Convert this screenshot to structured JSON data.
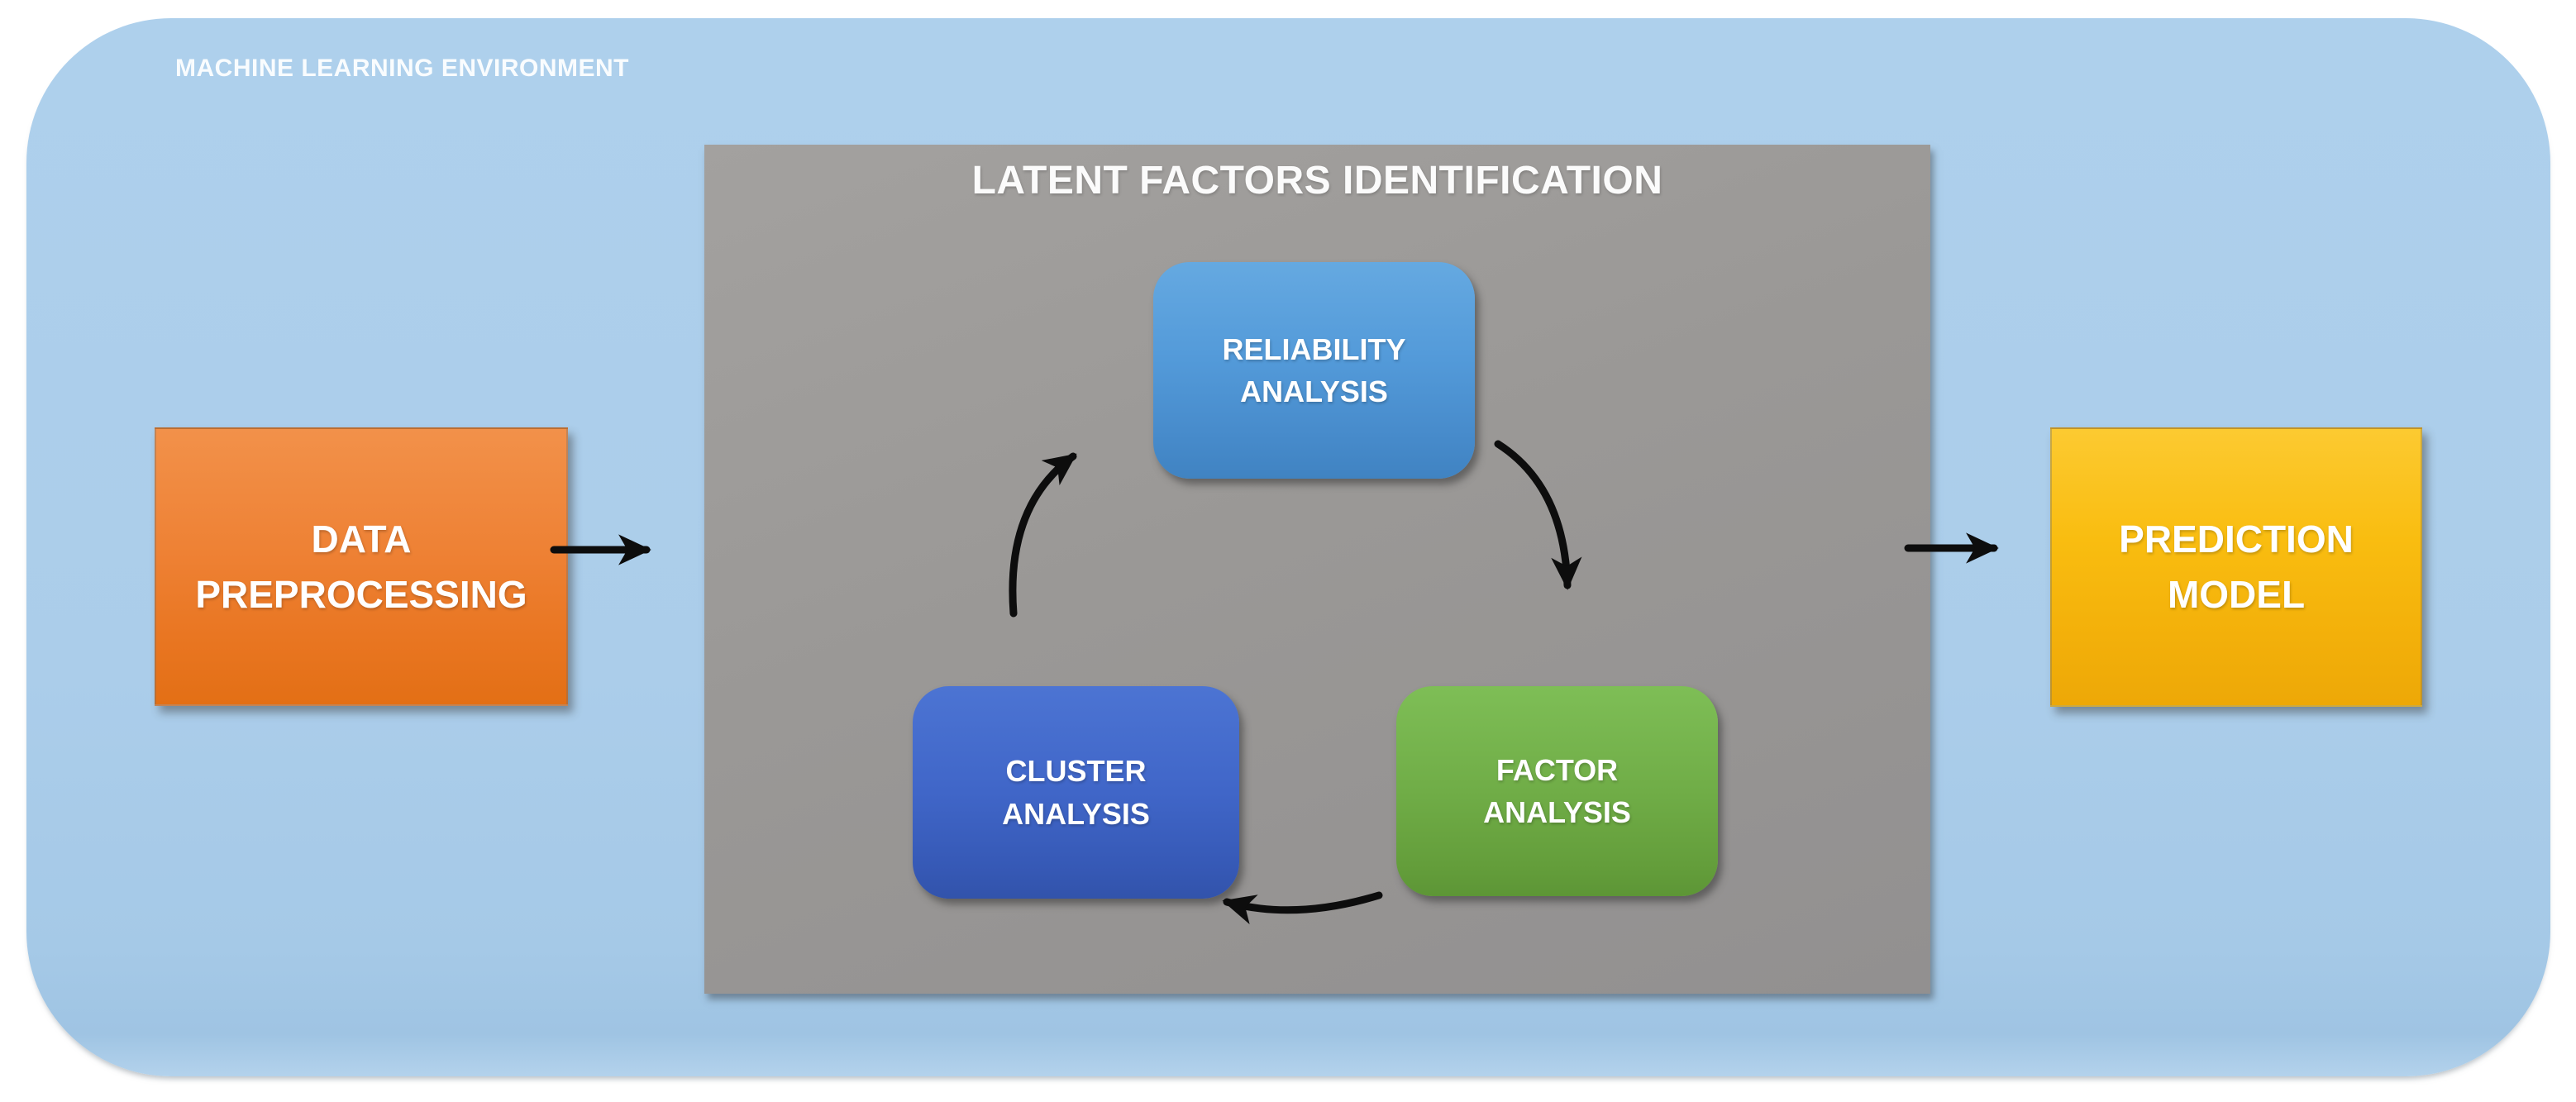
{
  "diagram": {
    "environment_label": "MACHINE LEARNING ENVIRONMENT",
    "container_label": "LATENT FACTORS IDENTIFICATION",
    "nodes": {
      "data_preprocessing": {
        "line1": "DATA",
        "line2": "PREPROCESSING"
      },
      "reliability": {
        "line1": "RELIABILITY",
        "line2": "ANALYSIS"
      },
      "cluster": {
        "line1": "CLUSTER",
        "line2": "ANALYSIS"
      },
      "factor": {
        "line1": "FACTOR",
        "line2": "ANALYSIS"
      },
      "prediction_model": {
        "line1": "PREDICTION",
        "line2": "MODEL"
      }
    },
    "flows": [
      {
        "from": "data_preprocessing",
        "to": "latent_factors_identification"
      },
      {
        "from": "latent_factors_identification",
        "to": "prediction_model"
      },
      {
        "from": "cluster",
        "to": "reliability"
      },
      {
        "from": "reliability",
        "to": "factor"
      },
      {
        "from": "factor",
        "to": "cluster"
      }
    ],
    "colors": {
      "page_background": "#ffffff",
      "environment_fill": "#abcdea",
      "container_fill": "#9a9896",
      "data_preprocessing_fill": "#ed7d31",
      "reliability_fill": "#5399d8",
      "cluster_fill": "#4066c8",
      "factor_fill": "#70ad47",
      "prediction_model_fill": "#f8bb0e",
      "arrow_stroke": "#0d0d0d",
      "label_text": "#ffffff"
    }
  }
}
